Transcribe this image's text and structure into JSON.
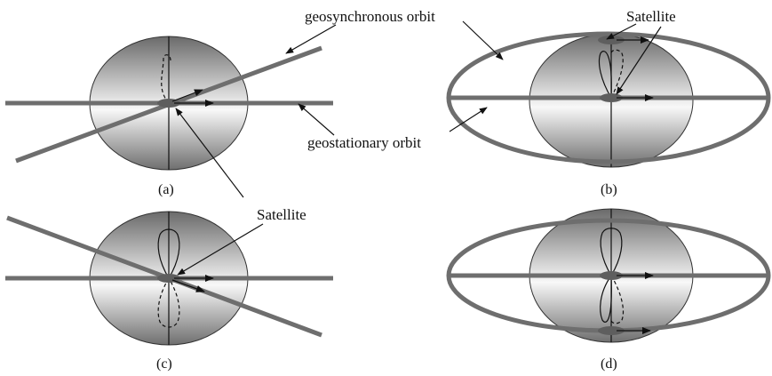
{
  "labels": {
    "geosynchronous": "geosynchronous orbit",
    "geostationary": "geostationary orbit",
    "satellite_top": "Satellite",
    "satellite_mid": "Satellite"
  },
  "panels": [
    "(a)",
    "(b)",
    "(c)",
    "(d)"
  ],
  "colors": {
    "orbit": "#6e6e6e",
    "earth_dark": "#6a6a6a",
    "earth_light": "#f8f8f8"
  }
}
